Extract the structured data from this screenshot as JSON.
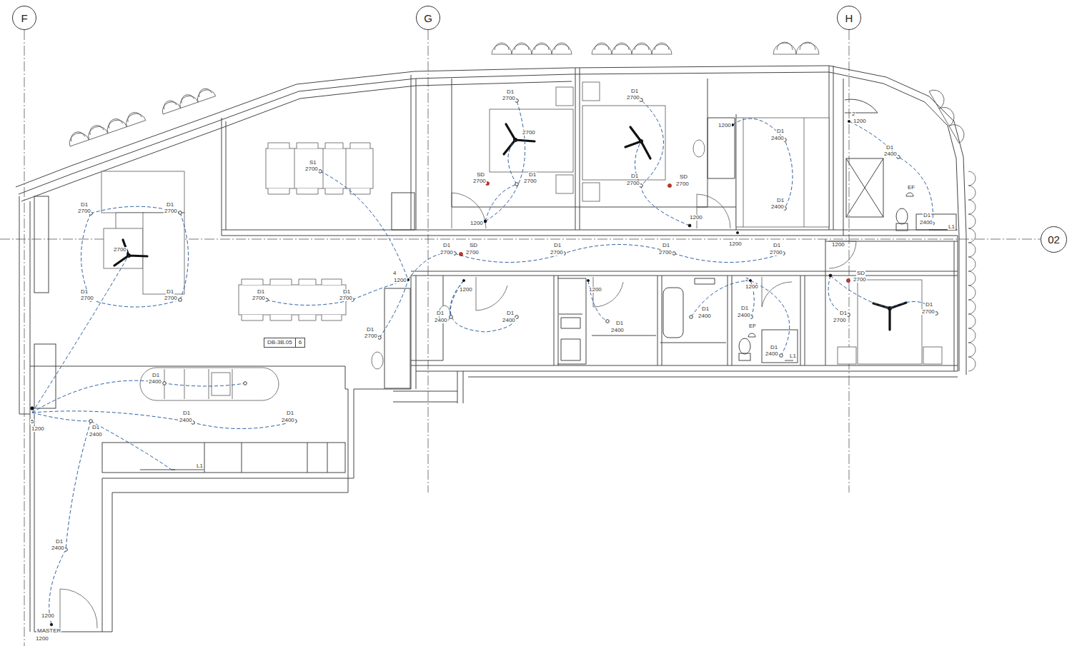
{
  "diagram": {
    "nodes": [
      {
        "text": [
          "F"
        ]
      },
      {
        "text": [
          "G"
        ]
      },
      {
        "text": [
          "H"
        ]
      },
      {
        "text": [
          "02"
        ]
      },
      {
        "text": [
          "DB-3B.05",
          "6"
        ]
      }
    ],
    "labels": [
      "D1",
      "2700",
      "D1",
      "2700",
      "2700",
      "D1",
      "2700",
      "D1",
      "2700",
      "S1",
      "2700",
      "D1",
      "2700",
      "2700",
      "SD",
      "2700",
      "D1",
      "2700",
      "1200",
      "D1",
      "2700",
      "D1",
      "2700",
      "SD",
      "2700",
      "1200",
      "1200",
      "D1",
      "2400",
      "D1",
      "2400",
      "1200",
      "2",
      "1200",
      "D1",
      "2400",
      "EF",
      "D1",
      "2400",
      "L1",
      "D1",
      "2700",
      "SD",
      "2700",
      "D1",
      "2700",
      "D1",
      "2700",
      "D1",
      "2700",
      "4",
      "1200",
      "1200",
      "D1",
      "2400",
      "D1",
      "2400",
      "1200",
      "D1",
      "2400",
      "D1",
      "2400",
      "2",
      "1200",
      "D1",
      "2400",
      "EF",
      "D1",
      "2400",
      "L1",
      "1200",
      "SD",
      "2700",
      "D1",
      "2700",
      "D1",
      "2700",
      "D1",
      "2700",
      "D1",
      "2700",
      "D1",
      "2700",
      "D1",
      "2400",
      "5",
      "1200",
      "D1",
      "2400",
      "D1",
      "2400",
      "D1",
      "2400",
      "L1",
      "D1",
      "2400",
      "1200",
      "MASTER",
      "1200"
    ]
  }
}
